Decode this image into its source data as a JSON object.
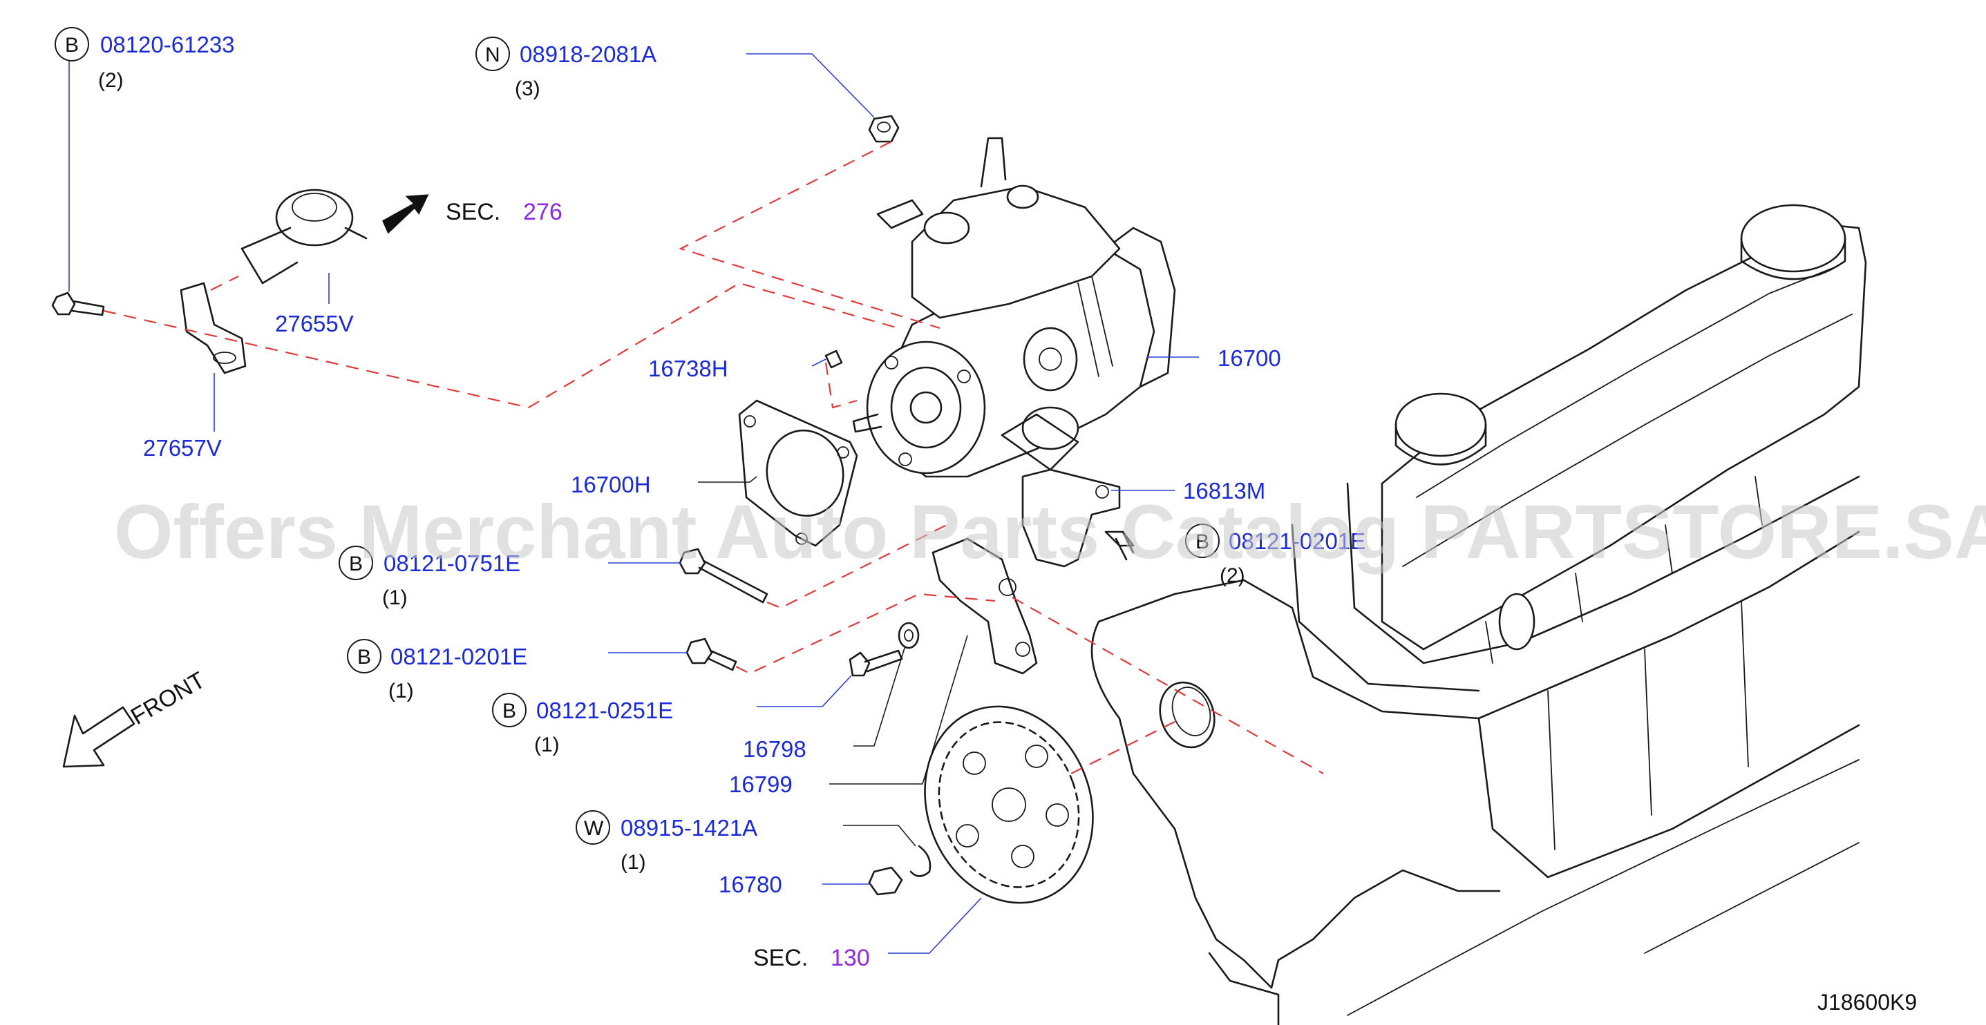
{
  "callouts": [
    {
      "id": "c1",
      "letter": "B",
      "part": "08120-61233",
      "qty": "(2)"
    },
    {
      "id": "c2",
      "letter": "N",
      "part": "08918-2081A",
      "qty": "(3)"
    },
    {
      "id": "c3",
      "letter": "B",
      "part": "08121-0751E",
      "qty": "(1)"
    },
    {
      "id": "c4",
      "letter": "B",
      "part": "08121-0201E",
      "qty": "(1)"
    },
    {
      "id": "c5",
      "letter": "B",
      "part": "08121-0251E",
      "qty": "(1)"
    },
    {
      "id": "c6",
      "letter": "W",
      "part": "08915-1421A",
      "qty": "(1)"
    },
    {
      "id": "c7",
      "letter": "B",
      "part": "08121-0201E",
      "qty": "(2)"
    }
  ],
  "parts": {
    "p27655V": "27655V",
    "p27657V": "27657V",
    "p16738H": "16738H",
    "p16700": "16700",
    "p16700H": "16700H",
    "p16813M": "16813M",
    "p16798": "16798",
    "p16799": "16799",
    "p16780": "16780"
  },
  "sections": {
    "top": {
      "label": "SEC.",
      "num": "276"
    },
    "bottom": {
      "label": "SEC.",
      "num": "130"
    }
  },
  "front_label": "FRONT",
  "diagram_id": "J18600K9",
  "watermark": "Offers Merchant Auto Parts Catalog PARTSTORE.SA",
  "colors": {
    "part_number": "#1b2ad8",
    "section_number": "#8a2be2",
    "guide_dash": "#e23a3a"
  }
}
